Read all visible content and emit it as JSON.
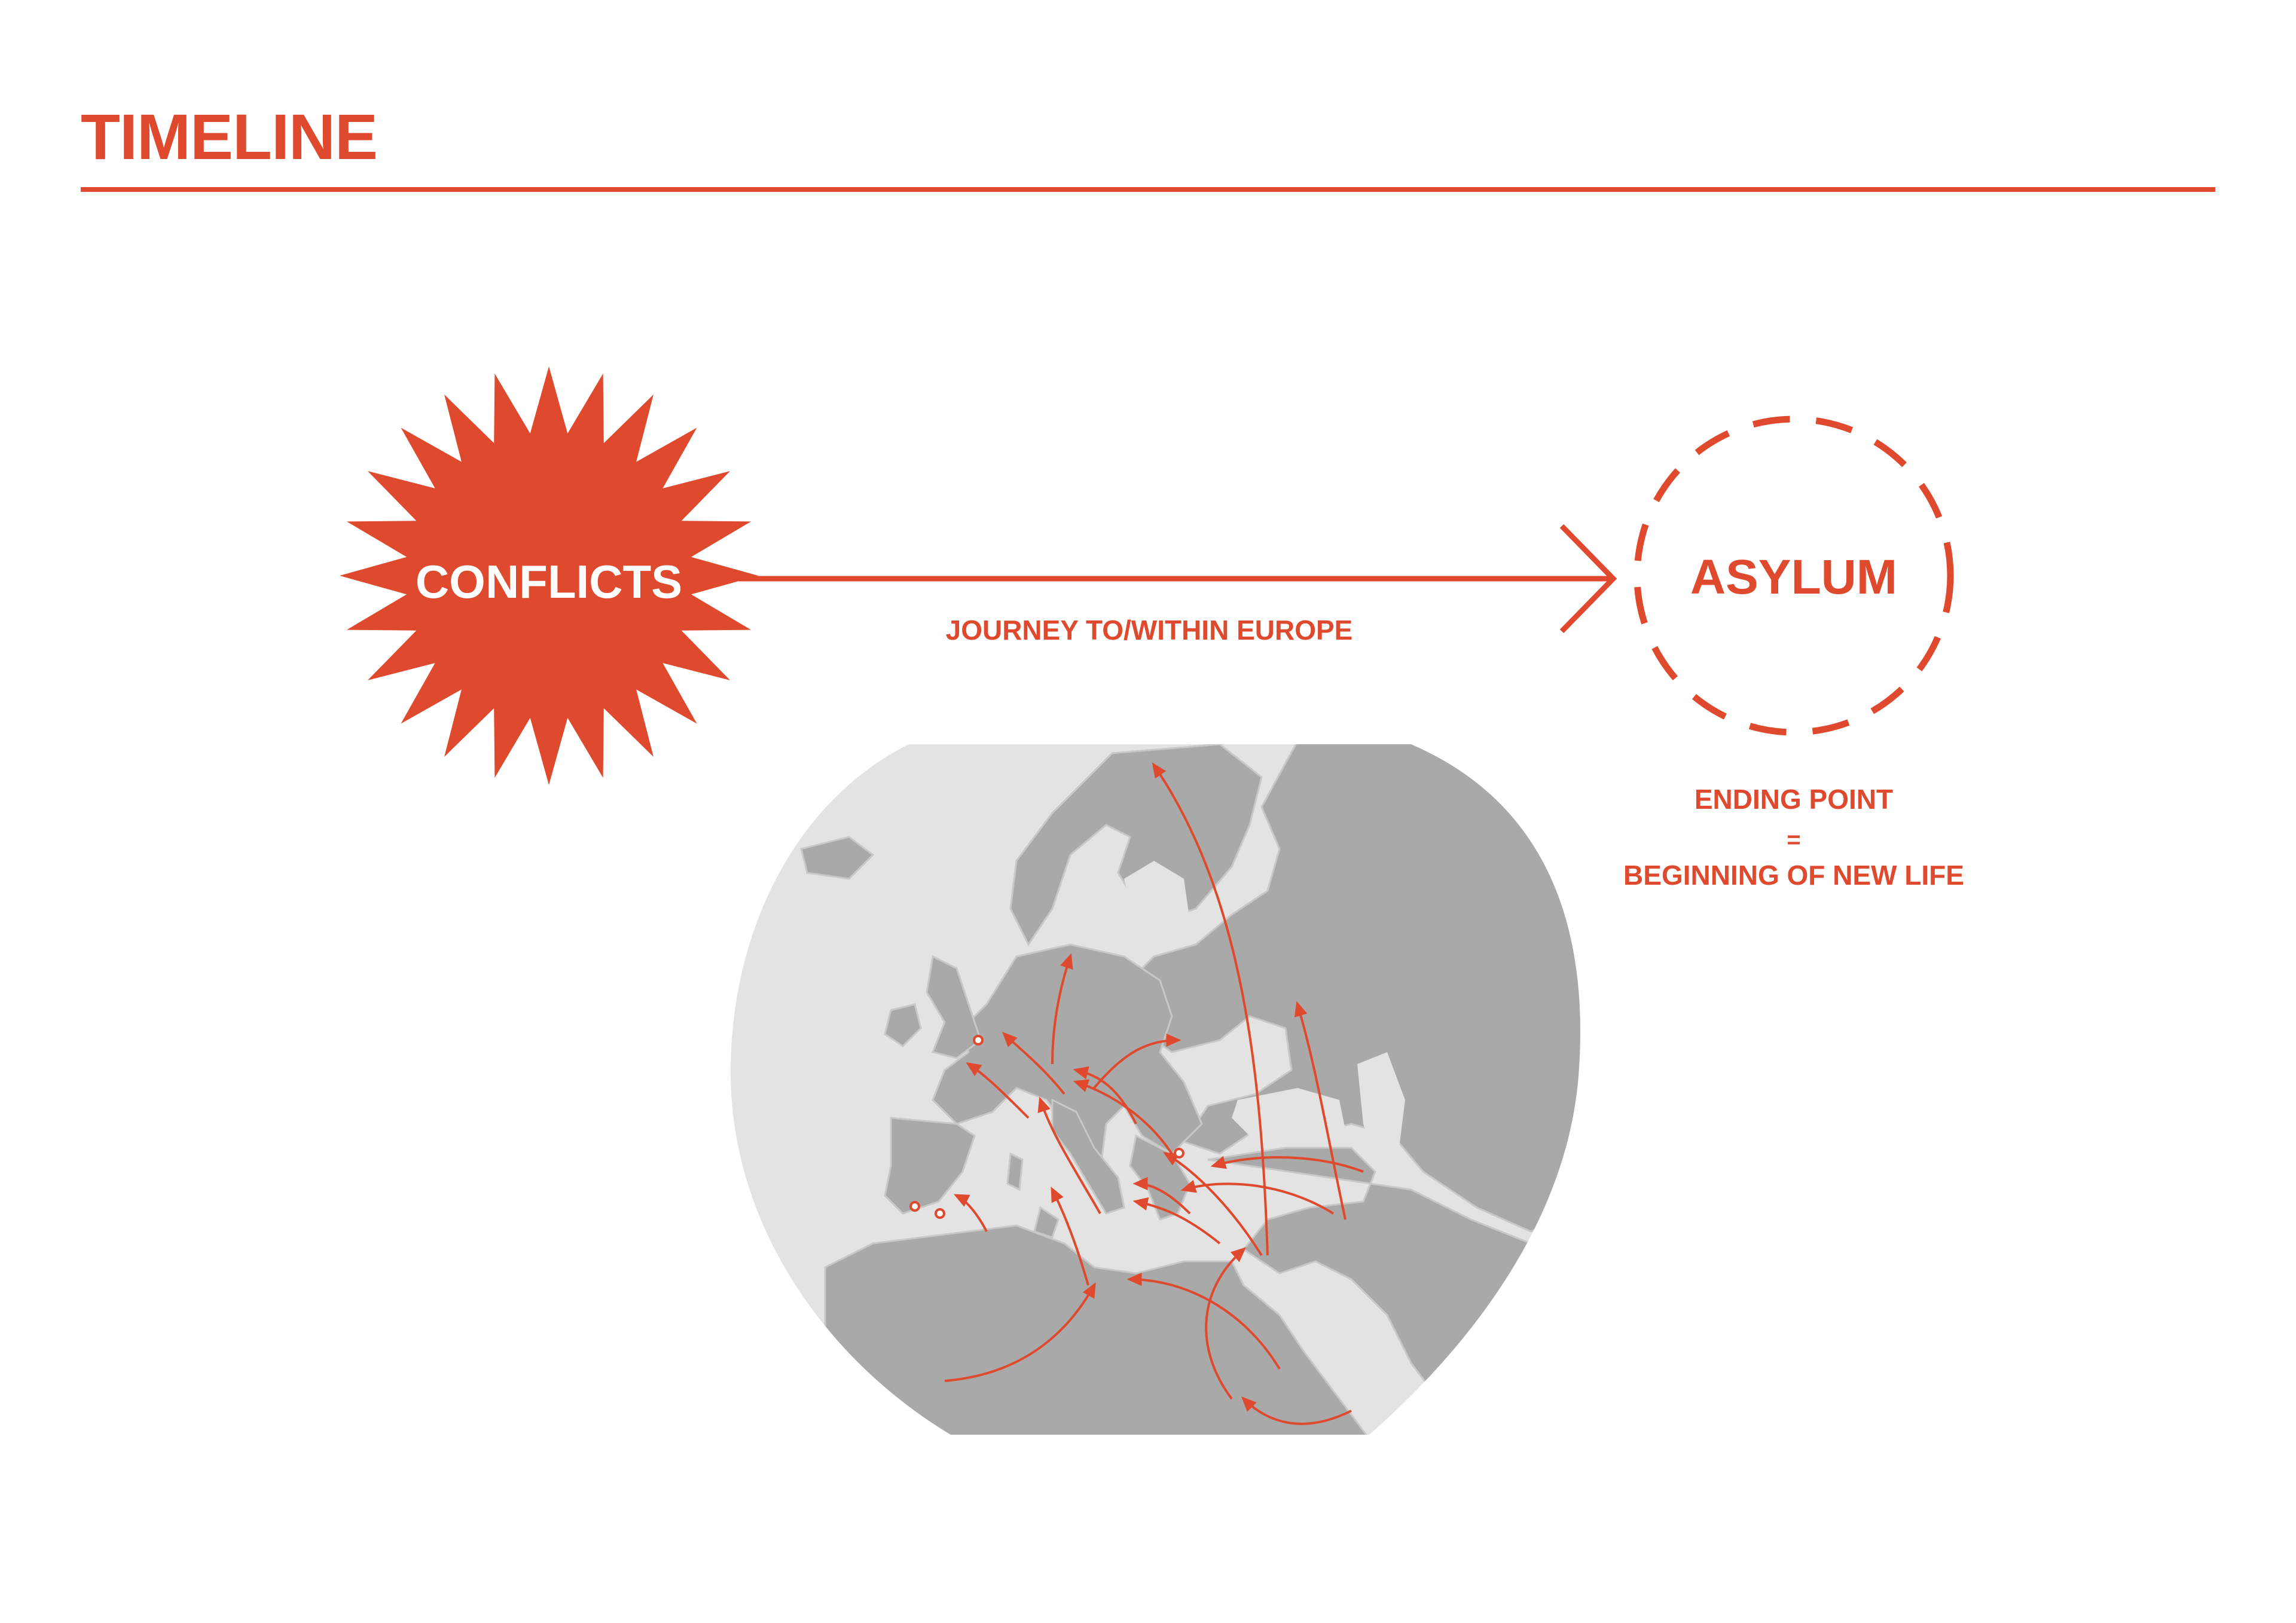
{
  "header": {
    "title": "TIMELINE"
  },
  "diagram": {
    "start": {
      "label": "CONFLICTS"
    },
    "journey": {
      "label": "JOURNEY TO/WITHIN EUROPE"
    },
    "end": {
      "label": "ASYLUM"
    },
    "end_note": {
      "line1": "ENDING POINT",
      "line2": "=",
      "line3": "BEGINNING OF NEW LIFE"
    }
  },
  "colors": {
    "accent": "#df4a2e",
    "sea": "#e3e3e3",
    "land": "#a9a9a9",
    "background": "#ffffff"
  },
  "icons": {
    "start": "starburst-icon",
    "end": "dashed-circle-icon",
    "map": "europe-migration-map"
  }
}
